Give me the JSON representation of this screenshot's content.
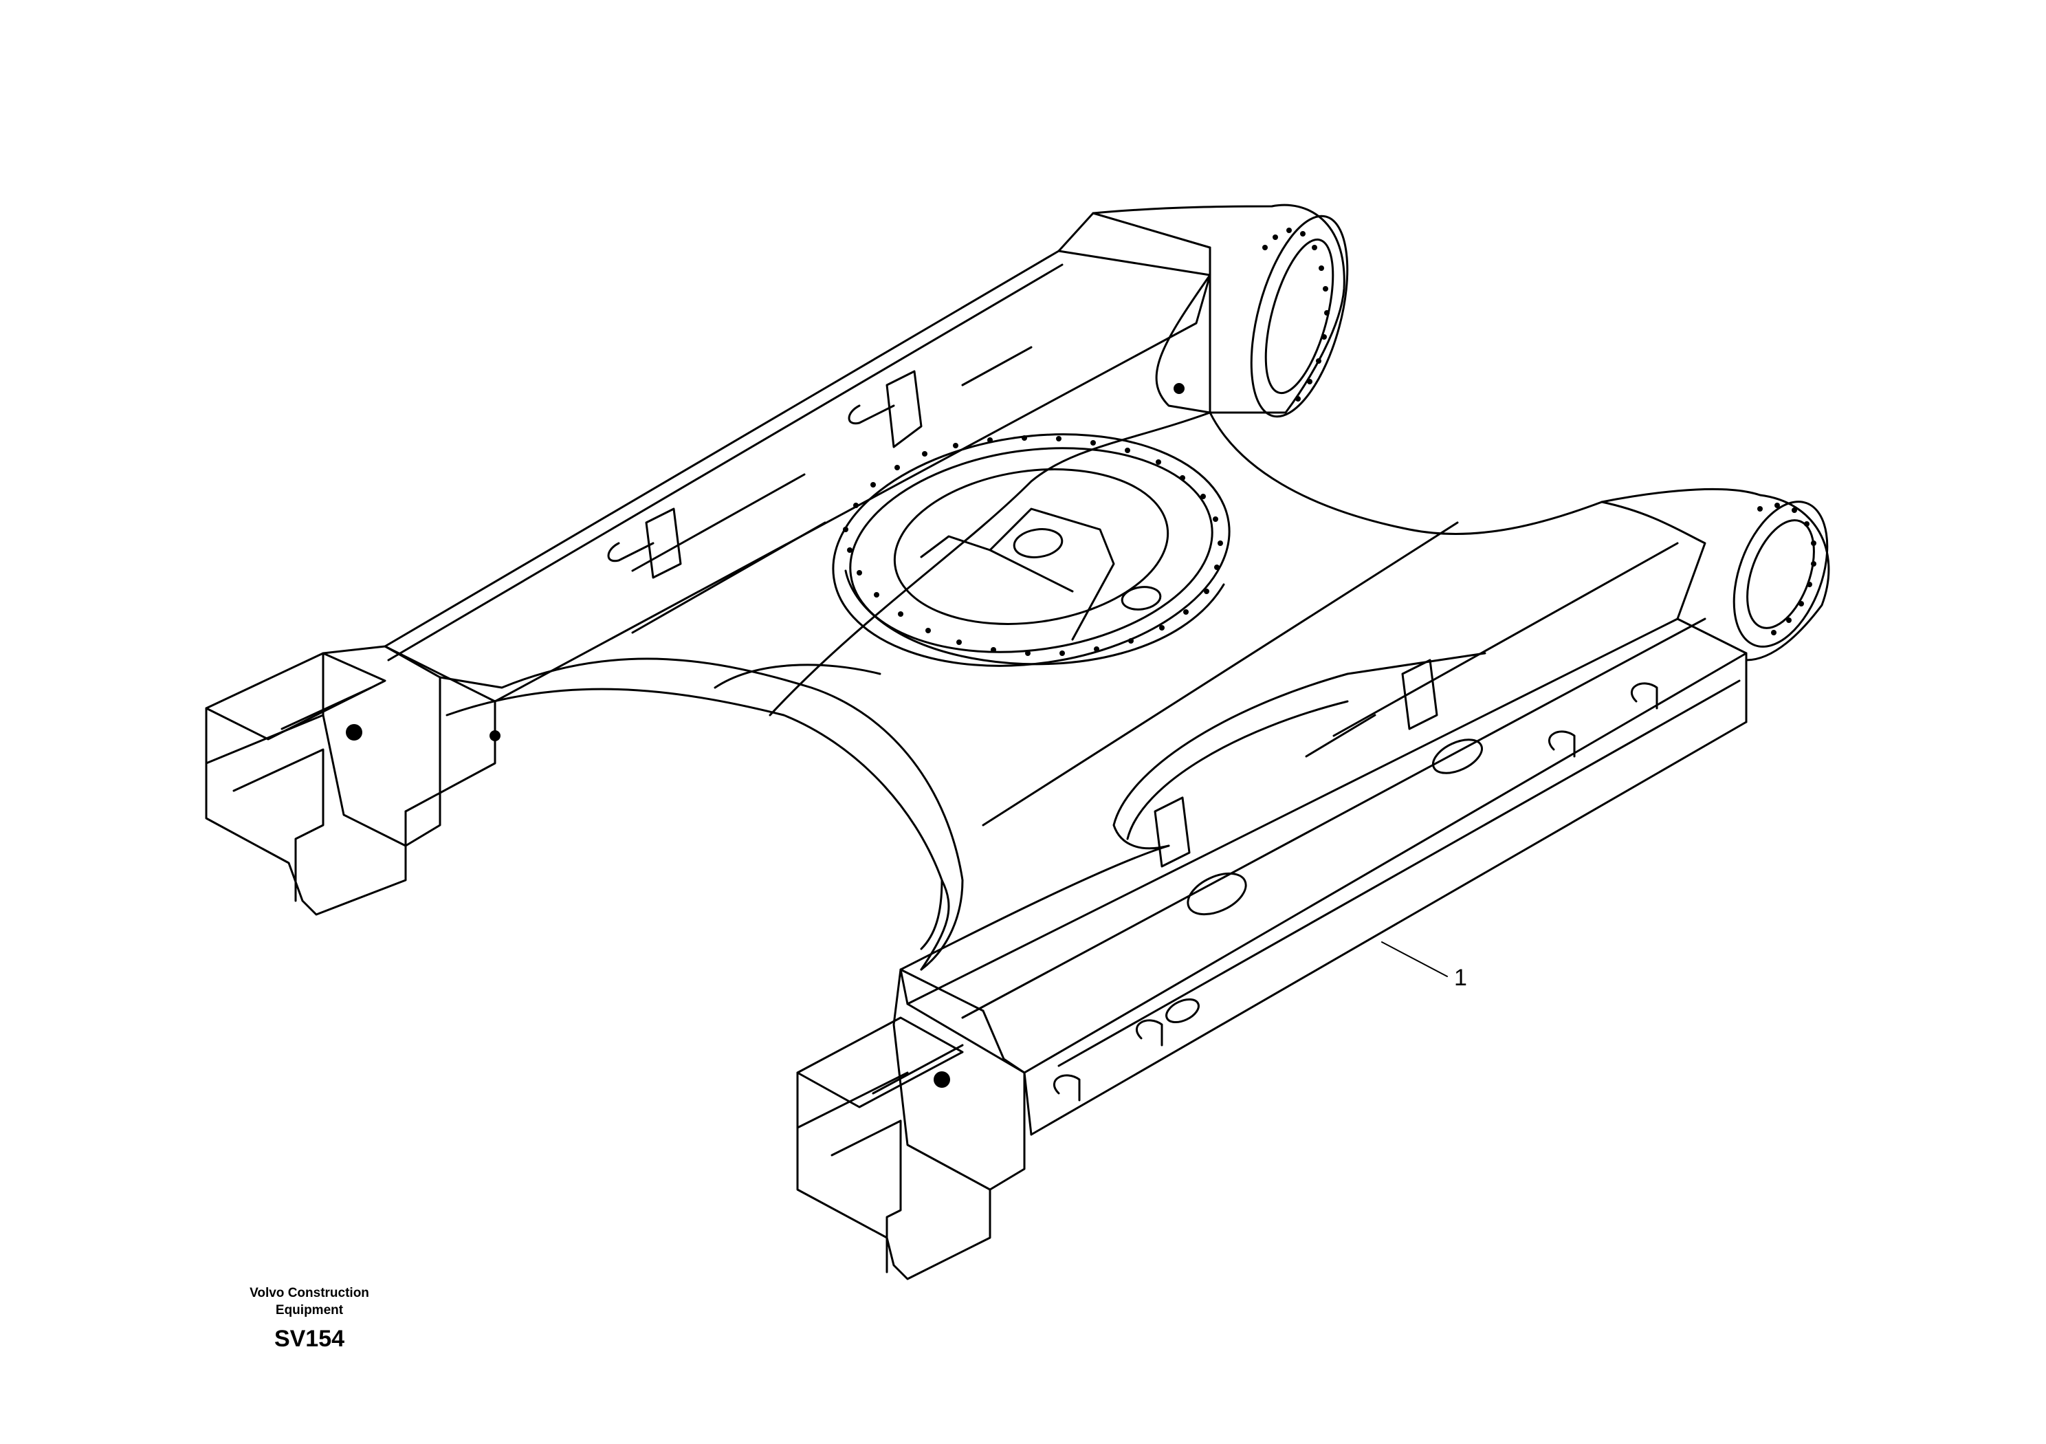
{
  "callouts": [
    {
      "label": "1"
    }
  ],
  "caption": {
    "company_line1": "Volvo Construction",
    "company_line2": "Equipment",
    "drawing_code": "SV154"
  }
}
